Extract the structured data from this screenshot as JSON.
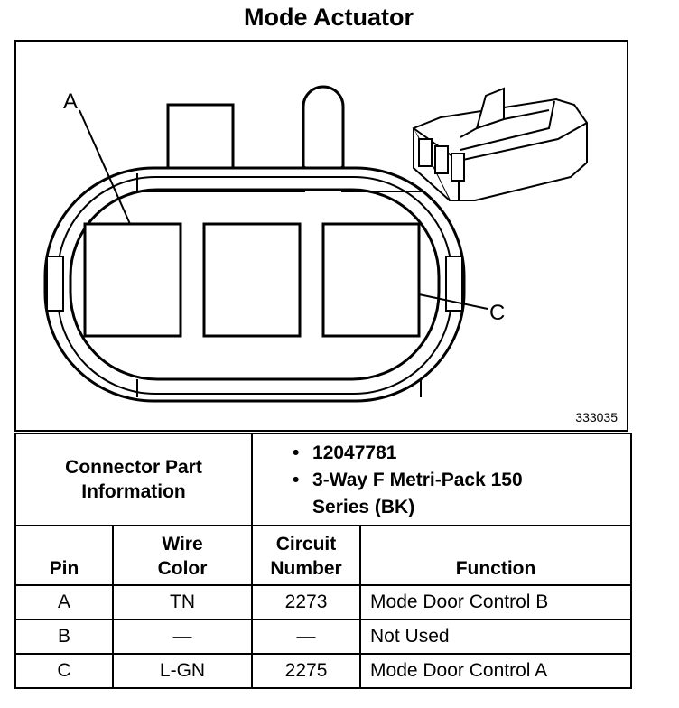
{
  "title": "Mode Actuator",
  "figure": {
    "pin_labels": [
      "A",
      "C"
    ],
    "figure_number": "333035"
  },
  "connector_info": {
    "label": "Connector Part Information",
    "items": [
      "12047781",
      "3-Way F Metri-Pack 150 Series (BK)"
    ]
  },
  "table": {
    "headers": {
      "pin": "Pin",
      "wire_color": "Wire Color",
      "circuit_number": "Circuit Number",
      "function": "Function"
    },
    "rows": [
      {
        "pin": "A",
        "wire_color": "TN",
        "circuit": "2273",
        "function": "Mode Door Control B"
      },
      {
        "pin": "B",
        "wire_color": "—",
        "circuit": "—",
        "function": "Not Used"
      },
      {
        "pin": "C",
        "wire_color": "L-GN",
        "circuit": "2275",
        "function": "Mode Door Control A"
      }
    ]
  }
}
